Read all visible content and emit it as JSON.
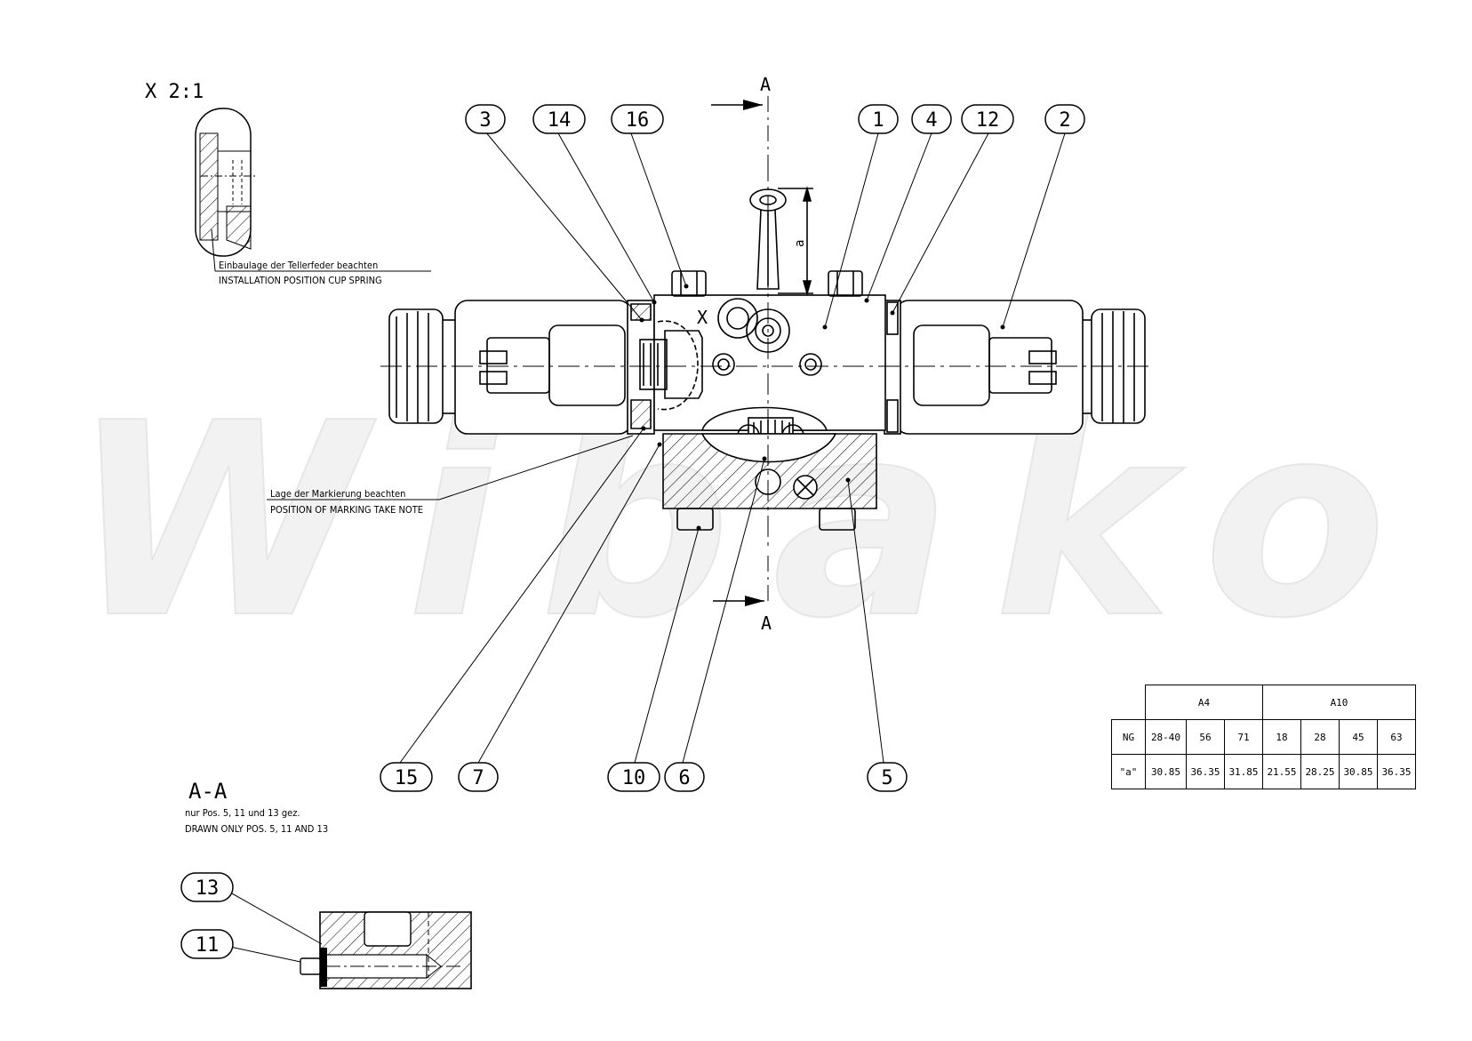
{
  "detail_view": {
    "title": "X 2:1",
    "note_de": "Einbaulage der Tellerfeder beachten",
    "note_en": "INSTALLATION POSITION CUP SPRING"
  },
  "section_marker": {
    "label": "A",
    "view_marker": "X",
    "dimension_label": "a"
  },
  "marking_note": {
    "de": "Lage der Markierung beachten",
    "en": "POSITION OF MARKING TAKE NOTE"
  },
  "watermark": "Wibako",
  "section_view": {
    "title": "A-A",
    "note_de": "nur Pos. 5, 11 und 13 gez.",
    "note_en": "DRAWN ONLY POS. 5, 11 AND 13"
  },
  "balloons": {
    "b3": "3",
    "b14": "14",
    "b16": "16",
    "b1": "1",
    "b4": "4",
    "b12": "12",
    "b2": "2",
    "b15": "15",
    "b7": "7",
    "b10": "10",
    "b6": "6",
    "b5": "5",
    "b13": "13",
    "b11": "11"
  },
  "spec_table": {
    "groups": [
      "A4",
      "A10"
    ],
    "ng_label": "NG",
    "ng_values": [
      "28-40",
      "56",
      "71",
      "18",
      "28",
      "45",
      "63"
    ],
    "a_label": "\"a\"",
    "a_values": [
      "30.85",
      "36.35",
      "31.85",
      "21.55",
      "28.25",
      "30.85",
      "36.35"
    ]
  }
}
